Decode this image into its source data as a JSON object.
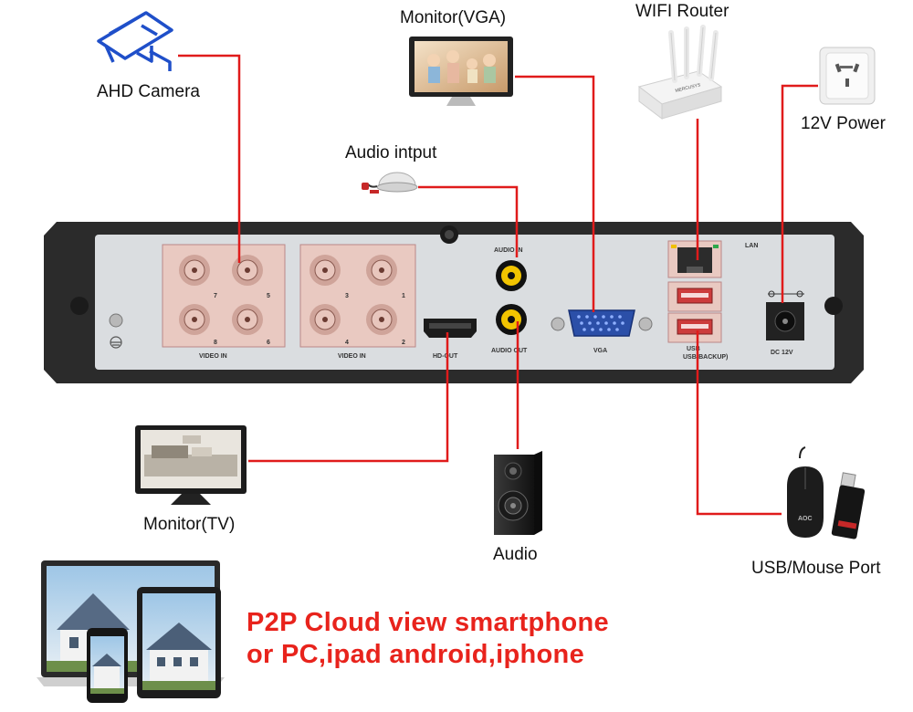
{
  "labels": {
    "ahd_camera": "AHD Camera",
    "monitor_vga": "Monitor(VGA)",
    "wifi_router": "WIFI Router",
    "power_12v": "12V Power",
    "audio_input": "Audio intput",
    "monitor_tv": "Monitor(TV)",
    "audio": "Audio",
    "usb_mouse": "USB/Mouse Port"
  },
  "panel": {
    "video_in": "VIDEO IN",
    "audio_in": "AUDIO IN",
    "audio_out": "AUDIO OUT",
    "hd_out": "HD-OUT",
    "vga": "VGA",
    "lan": "LAN",
    "usb": "USB",
    "usb_backup": "USB(BACKUP)",
    "dc": "DC 12V",
    "ch": [
      "7",
      "5",
      "8",
      "6",
      "3",
      "1",
      "4",
      "2"
    ]
  },
  "device_text": {
    "router_brand": "MERCUSYS",
    "mouse_brand": "AOC"
  },
  "promo": {
    "line1": "P2P Cloud view smartphone",
    "line2": "or PC,ipad android,iphone"
  },
  "colors": {
    "connector_line": "#e01b1b",
    "promo_text": "#e8231c",
    "bnc_panel": "#e9c9c1",
    "dvr_body": "#2b2b2b",
    "dvr_panel": "#d9dcdf"
  }
}
